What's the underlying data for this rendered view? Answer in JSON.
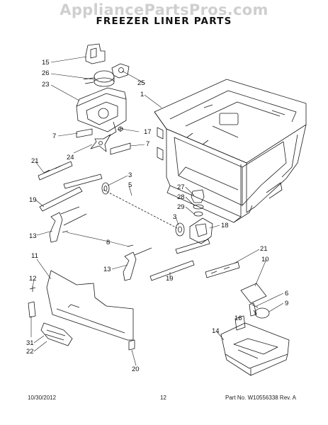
{
  "watermark": "AppliancePartsPros.com",
  "title": "FREEZER LINER PARTS",
  "footer": {
    "date": "10/30/2012",
    "page": "12",
    "part": "Part No. W10556338  Rev. A"
  },
  "callouts": [
    "15",
    "26",
    "25",
    "23",
    "1",
    "7",
    "17",
    "7",
    "24",
    "21",
    "3",
    "5",
    "19",
    "27",
    "28",
    "29",
    "3",
    "18",
    "13",
    "8",
    "11",
    "21",
    "13",
    "19",
    "10",
    "12",
    "6",
    "9",
    "16",
    "14",
    "31",
    "22",
    "20"
  ],
  "colors": {
    "line": "#1a1a1a",
    "watermark": "#cfcfcf"
  }
}
